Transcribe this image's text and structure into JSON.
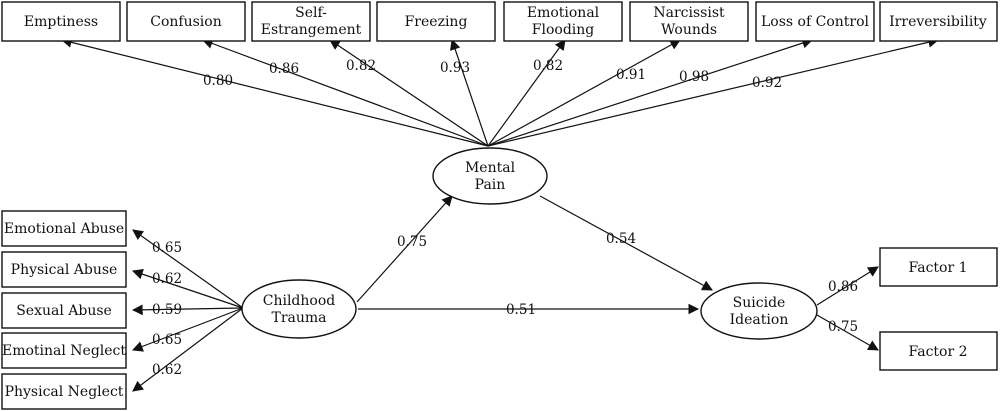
{
  "latent": {
    "mental_pain": [
      "Mental",
      "Pain"
    ],
    "childhood_trauma": [
      "Childhood",
      "Trauma"
    ],
    "suicide_ideation": [
      "Suicide",
      "Ideation"
    ]
  },
  "mental_pain_indicators": [
    {
      "lines": [
        "Emptiness"
      ],
      "loading": "0.80"
    },
    {
      "lines": [
        "Confusion"
      ],
      "loading": "0.86"
    },
    {
      "lines": [
        "Self-",
        "Estrangement"
      ],
      "loading": "0.82"
    },
    {
      "lines": [
        "Freezing"
      ],
      "loading": "0.93"
    },
    {
      "lines": [
        "Emotional",
        "Flooding"
      ],
      "loading": "0.82"
    },
    {
      "lines": [
        "Narcissist",
        "Wounds"
      ],
      "loading": "0.91"
    },
    {
      "lines": [
        "Loss of Control"
      ],
      "loading": "0.98"
    },
    {
      "lines": [
        "Irreversibility"
      ],
      "loading": "0.92"
    }
  ],
  "trauma_indicators": [
    {
      "label": "Emotional Abuse",
      "loading": "0.65"
    },
    {
      "label": "Physical Abuse",
      "loading": "0.62"
    },
    {
      "label": "Sexual Abuse",
      "loading": "0.59"
    },
    {
      "label": "Emotinal Neglect",
      "loading": "0.65"
    },
    {
      "label": "Physical Neglect",
      "loading": "0.62"
    }
  ],
  "ideation_indicators": [
    {
      "label": "Factor 1",
      "loading": "0.86"
    },
    {
      "label": "Factor 2",
      "loading": "0.75"
    }
  ],
  "paths": {
    "trauma_to_pain": "0.75",
    "pain_to_ideation": "0.54",
    "trauma_to_ideation": "0.51"
  }
}
